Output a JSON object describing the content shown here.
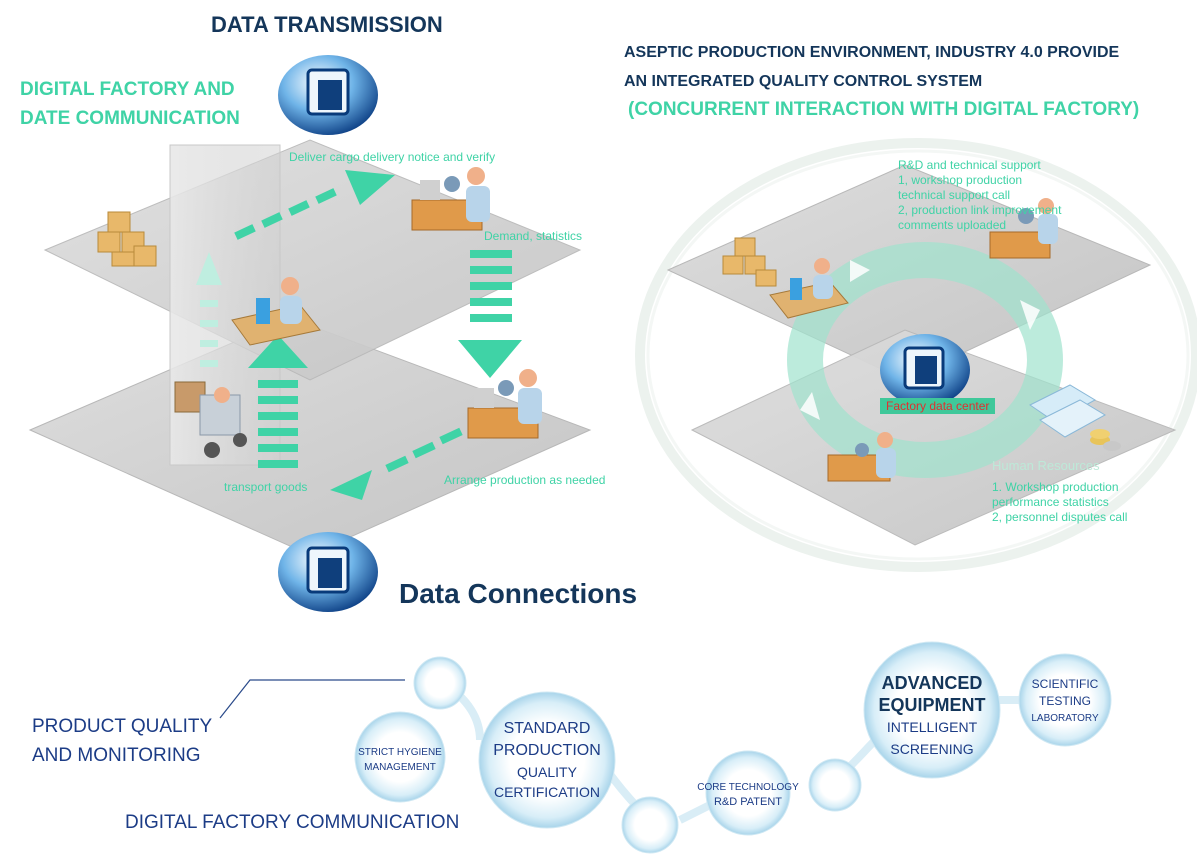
{
  "left": {
    "title": "DATA TRANSMISSION",
    "heading_line1": "DIGITAL FACTORY AND",
    "heading_line2": "DATE COMMUNICATION",
    "label_deliver": "Deliver cargo delivery notice and verify",
    "label_demand": "Demand, statistics",
    "label_transport": "transport goods",
    "label_arrange": "Arrange production as needed",
    "footer_title": "Data Connections"
  },
  "right": {
    "heading_line1": "ASEPTIC PRODUCTION ENVIRONMENT, INDUSTRY 4.0 PROVIDE",
    "heading_line2": "AN INTEGRATED QUALITY CONTROL SYSTEM",
    "heading_line3": "(CONCURRENT INTERACTION WITH DIGITAL FACTORY)",
    "rd_lines": [
      "R&D and technical support",
      "1, workshop production",
      "technical support call",
      "2, production link improvement",
      "comments uploaded"
    ],
    "center_label": "Factory data center",
    "hr_title": "Human Resources",
    "hr_lines": [
      "1. Workshop production",
      "performance statistics",
      "2, personnel disputes call"
    ]
  },
  "bottom": {
    "quality_line1": "PRODUCT QUALITY",
    "quality_line2": "AND MONITORING",
    "communication": "DIGITAL FACTORY COMMUNICATION",
    "hygiene_line1": "STRICT HYGIENE",
    "hygiene_line2": "MANAGEMENT",
    "standard_line1": "STANDARD",
    "standard_line2": "PRODUCTION",
    "standard_line3": "QUALITY",
    "standard_line4": "CERTIFICATION",
    "core_line1": "CORE TECHNOLOGY",
    "core_line2": "R&D PATENT",
    "advanced_line1": "ADVANCED",
    "advanced_line2": "EQUIPMENT",
    "advanced_line3": "INTELLIGENT",
    "advanced_line4": "SCREENING",
    "lab_line1": "SCIENTIFIC",
    "lab_line2": "TESTING",
    "lab_line3": "LABORATORY"
  },
  "colors": {
    "navy": "#14365a",
    "green": "#3fd3a6",
    "bubble_text": "#1c3c86",
    "plane": "#cfcfcf"
  }
}
